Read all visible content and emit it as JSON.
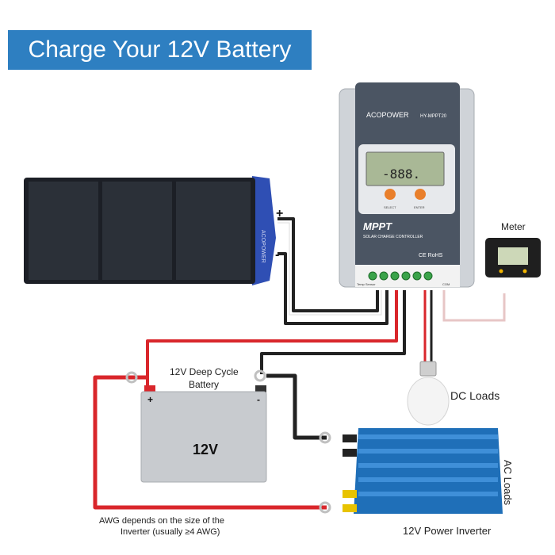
{
  "title": "Charge Your 12V Battery",
  "panel": {
    "brand": "ACOPOWER",
    "plus": "+",
    "minus": "-"
  },
  "controller": {
    "brand": "ACOPOWER",
    "model": "HY-MPPT20",
    "display": "-888.",
    "btn_select": "SELECT",
    "btn_enter": "ENTER",
    "mppt": "MPPT",
    "subtitle": "SOLAR CHARGE CONTROLLER",
    "cert": "CE RoHS",
    "port_left": "Temp Sensor",
    "port_right": "COM"
  },
  "meter": {
    "label": "Meter"
  },
  "battery": {
    "label_line1": "12V Deep Cycle",
    "label_line2": "Battery",
    "voltage": "12V",
    "plus": "+",
    "minus": "-"
  },
  "dc_loads": "DC Loads",
  "ac_loads": "AC Loads",
  "inverter_label": "12V Power Inverter",
  "awg_note_line1": "AWG depends on the size of the",
  "awg_note_line2": "Inverter (usually ≥4 AWG)",
  "colors": {
    "banner": "#2e7fc1",
    "wire_red": "#d9262b",
    "wire_black": "#222222",
    "inverter_blue": "#1f6fb8"
  }
}
